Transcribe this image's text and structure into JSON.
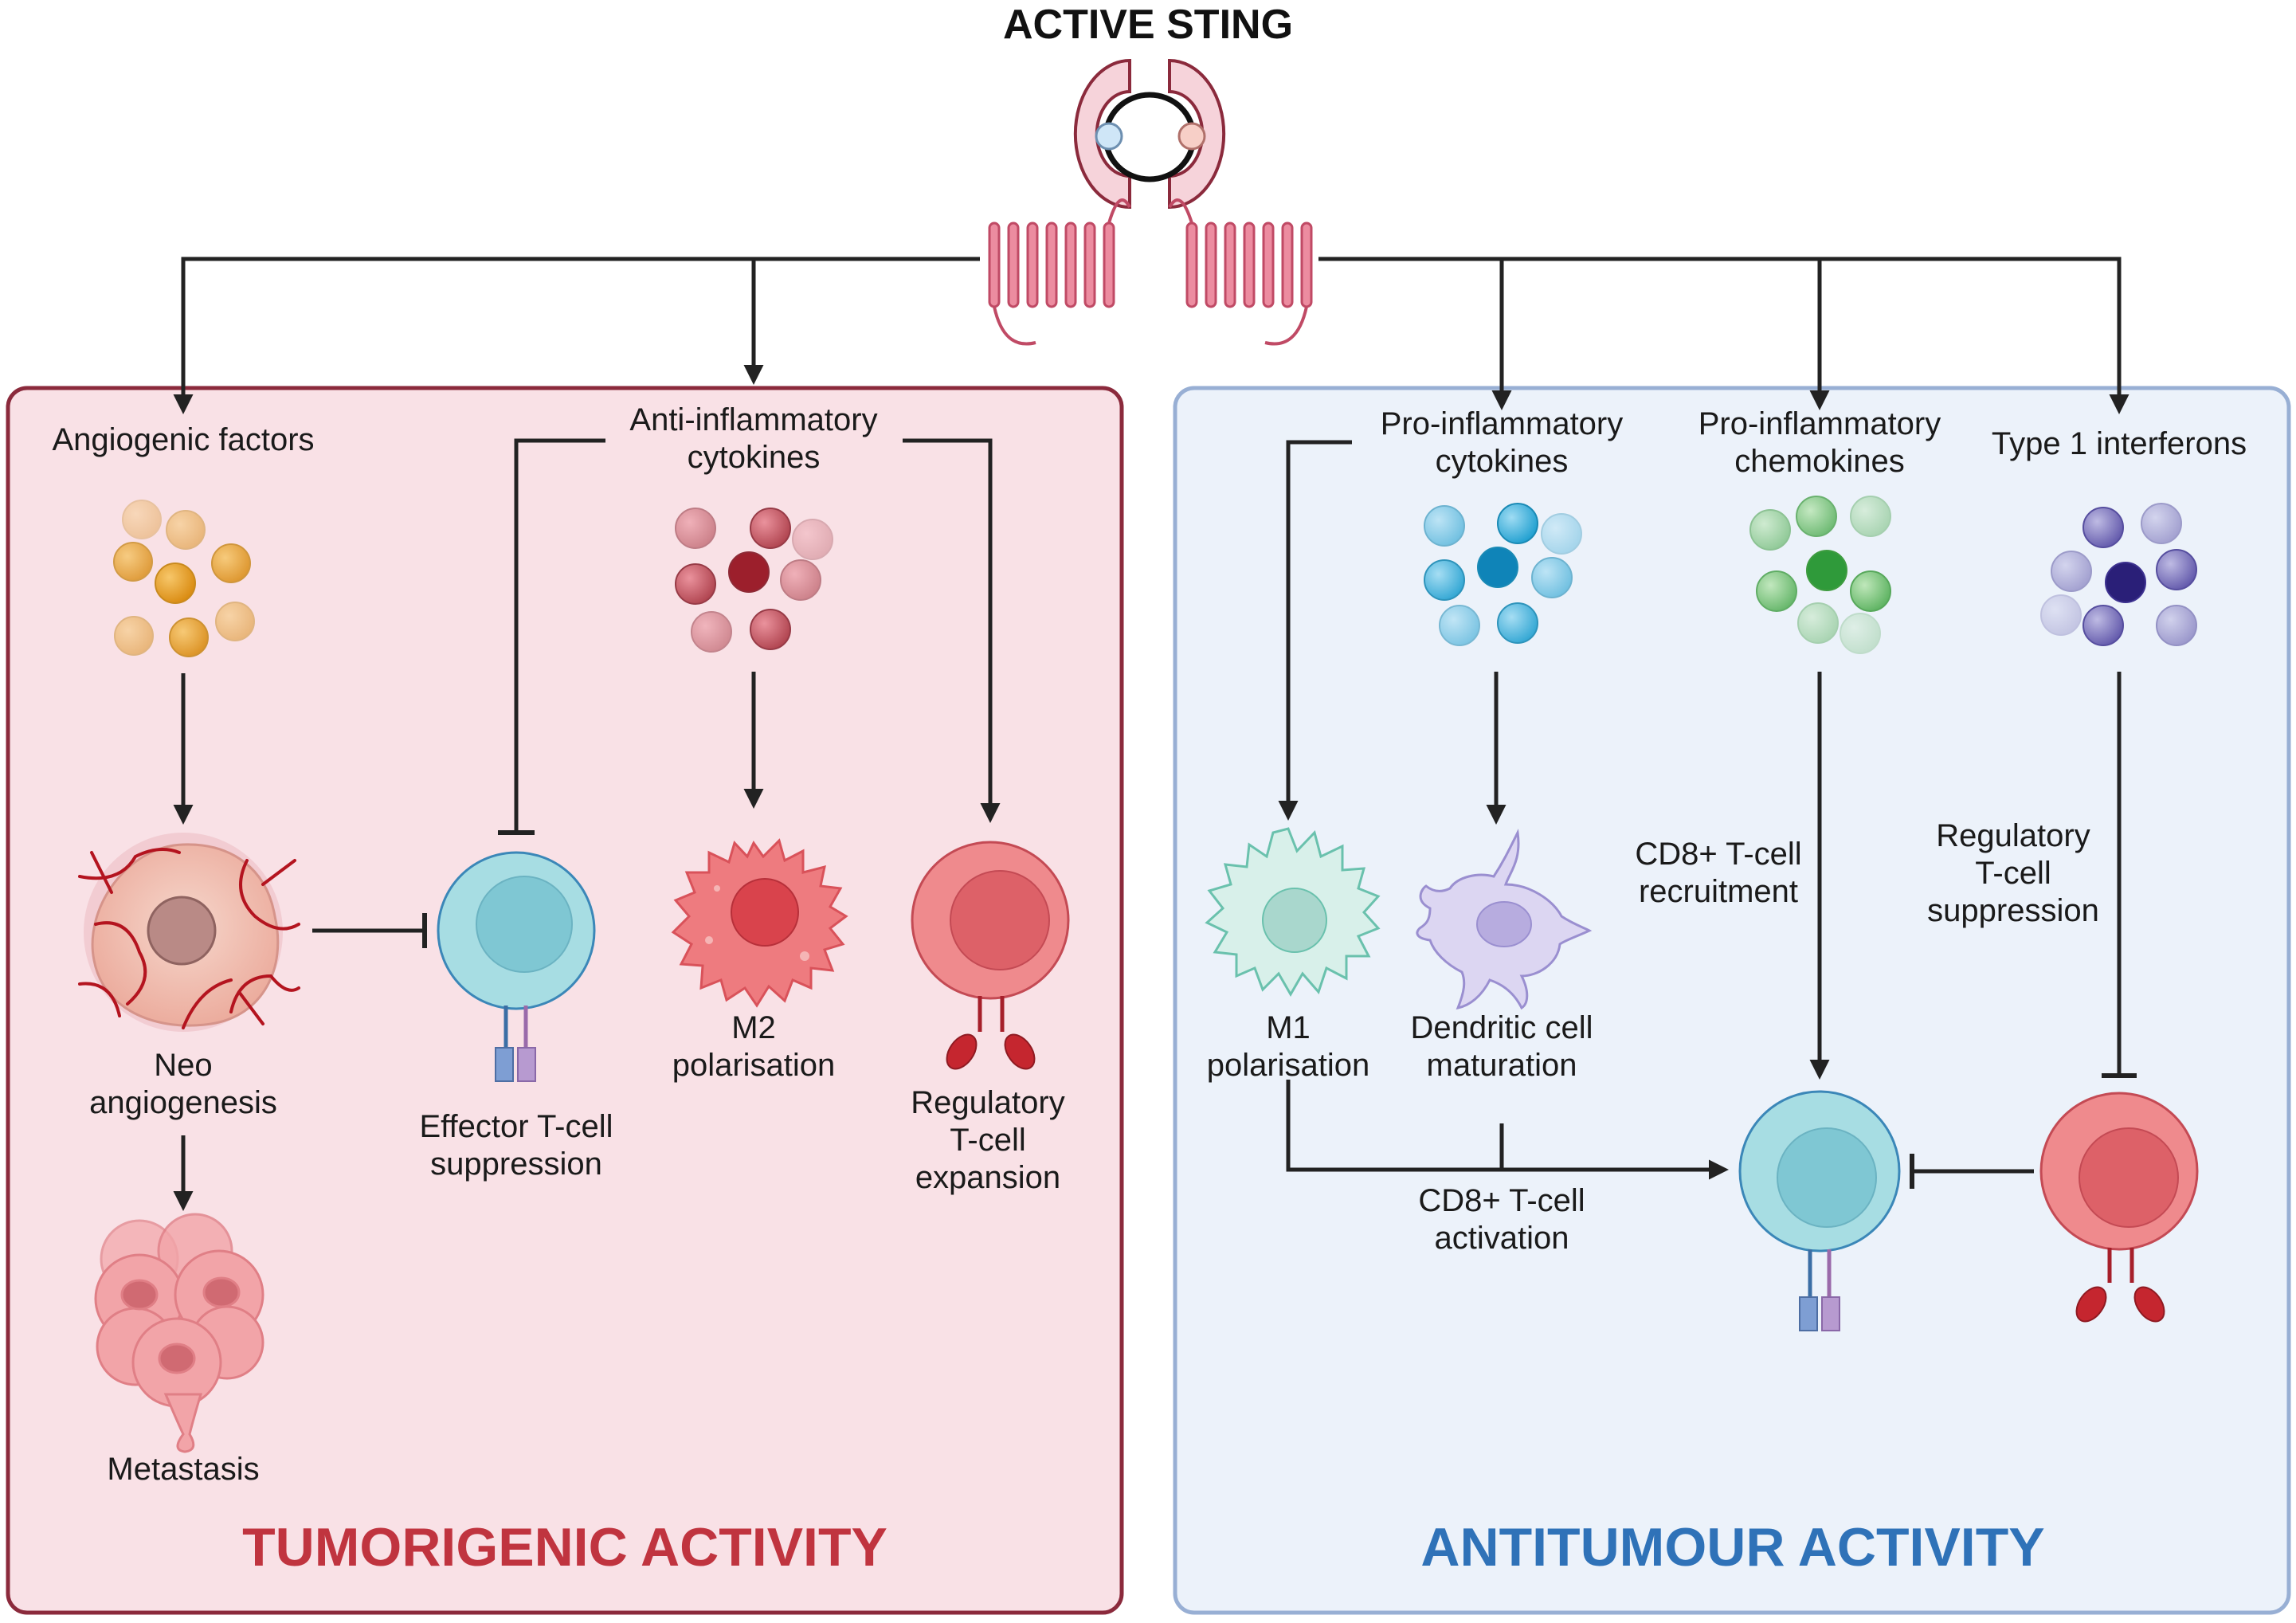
{
  "header": {
    "title": "ACTIVE STING"
  },
  "colors": {
    "tumor_panel_fill": "#f9e1e6",
    "tumor_panel_border": "#8b2a3c",
    "tumor_title": "#c0343f",
    "anti_panel_fill": "#ecf2fa",
    "anti_panel_border": "#98afd4",
    "anti_title": "#2f72b8",
    "arrow": "#222222"
  },
  "tumorigenic": {
    "title": "TUMORIGENIC ACTIVITY",
    "angiogenic_factors": "Angiogenic factors",
    "anti_inflammatory": [
      "Anti-inflammatory",
      "cytokines"
    ],
    "neo_angiogenesis": [
      "Neo",
      "angiogenesis"
    ],
    "metastasis": "Metastasis",
    "effector_suppression": [
      "Effector T-cell",
      "suppression"
    ],
    "m2": [
      "M2",
      "polarisation"
    ],
    "treg_expansion": [
      "Regulatory",
      "T-cell",
      "expansion"
    ]
  },
  "antitumour": {
    "title": "ANTITUMOUR ACTIVITY",
    "pro_cytokines": [
      "Pro-inflammatory",
      "cytokines"
    ],
    "pro_chemokines": [
      "Pro-inflammatory",
      "chemokines"
    ],
    "interferons": "Type 1 interferons",
    "m1": [
      "M1",
      "polarisation"
    ],
    "dc_maturation": [
      "Dendritic cell",
      "maturation"
    ],
    "cd8_recruitment": [
      "CD8+ T-cell",
      "recruitment"
    ],
    "treg_suppression": [
      "Regulatory",
      "T-cell",
      "suppression"
    ],
    "cd8_activation": [
      "CD8+ T-cell",
      "activation"
    ]
  },
  "icons": [
    "sting-dimer-icon",
    "cytokine-cluster-icon",
    "tumor-cell-icon",
    "metastasis-cell-icon",
    "t-cell-icon",
    "macrophage-icon",
    "regulatory-t-cell-icon",
    "dendritic-cell-icon"
  ]
}
